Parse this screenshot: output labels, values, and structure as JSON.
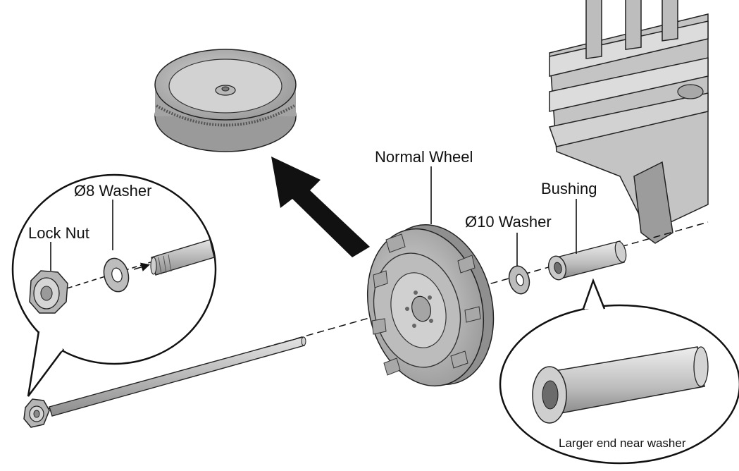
{
  "labels": {
    "normal_wheel": "Normal Wheel",
    "washer_8": "Ø8 Washer",
    "lock_nut": "Lock Nut",
    "washer_10": "Ø10 Washer",
    "bushing": "Bushing",
    "bushing_note": "Larger end near washer"
  },
  "colors": {
    "line": "#111111",
    "part_fill": "#c9c9c9",
    "part_dark": "#8e8e8e",
    "part_light": "#e2e2e2",
    "background": "#ffffff"
  }
}
